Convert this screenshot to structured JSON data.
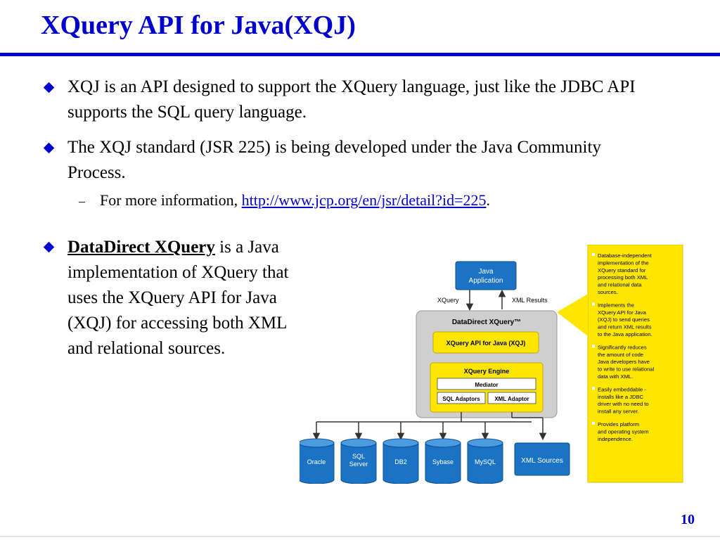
{
  "slide": {
    "title": "XQuery API for Java(XQJ)",
    "bullets": [
      {
        "text": "XQJ is an API designed to support the XQuery language, just like the JDBC API supports the SQL query language."
      },
      {
        "text": "The XQJ standard (JSR 225) is being developed under the Java Community Process."
      }
    ],
    "sub_bullet": {
      "prefix": "For more information, ",
      "link_text": "http://www.jcp.org/en/jsr/detail?id=225",
      "suffix": "."
    },
    "bullet3": {
      "bold_underlined": "DataDirect XQuery",
      "rest": " is a Java implementation of XQuery that uses the XQuery API for Java (XQJ) for accessing both XML and relational sources."
    },
    "page_number": "10",
    "colors": {
      "accent": "#0000cc",
      "yellow": "#ffe600",
      "diagram_blue": "#1a73c5"
    }
  },
  "diagram": {
    "java_app": {
      "line1": "Java",
      "line2": "Application"
    },
    "xquery_label": "XQuery",
    "xml_results_label": "XML Results",
    "datadirect_title": "DataDirect XQuery™",
    "xqj_box": "XQuery API for Java (XQJ)",
    "engine_title": "XQuery Engine",
    "mediator": "Mediator",
    "sql_adaptors": "SQL Adaptors",
    "xml_adaptor": "XML Adaptor",
    "sources": [
      {
        "line1": "Oracle",
        "line2": ""
      },
      {
        "line1": "SQL",
        "line2": "Server"
      },
      {
        "line1": "DB2",
        "line2": ""
      },
      {
        "line1": "Sybase",
        "line2": ""
      },
      {
        "line1": "MySQL",
        "line2": ""
      }
    ],
    "xml_sources": "XML Sources",
    "notes": [
      [
        "Database-independent",
        "implementation of the",
        "XQuery standard for",
        "processing both XML",
        "and relational data",
        "sources."
      ],
      [
        "Implements the",
        "XQuery API for Java",
        "(XQJ) to send queries",
        "and return XML results",
        "to the Java application."
      ],
      [
        "Significantly reduces",
        "the amount of code",
        "Java developers have",
        "to write to use relational",
        "data with XML."
      ],
      [
        "Easily embeddable -",
        "installs like a JDBC",
        "driver with no need to",
        "install any server."
      ],
      [
        "Provides platform",
        "and operating system",
        "independence."
      ]
    ]
  }
}
